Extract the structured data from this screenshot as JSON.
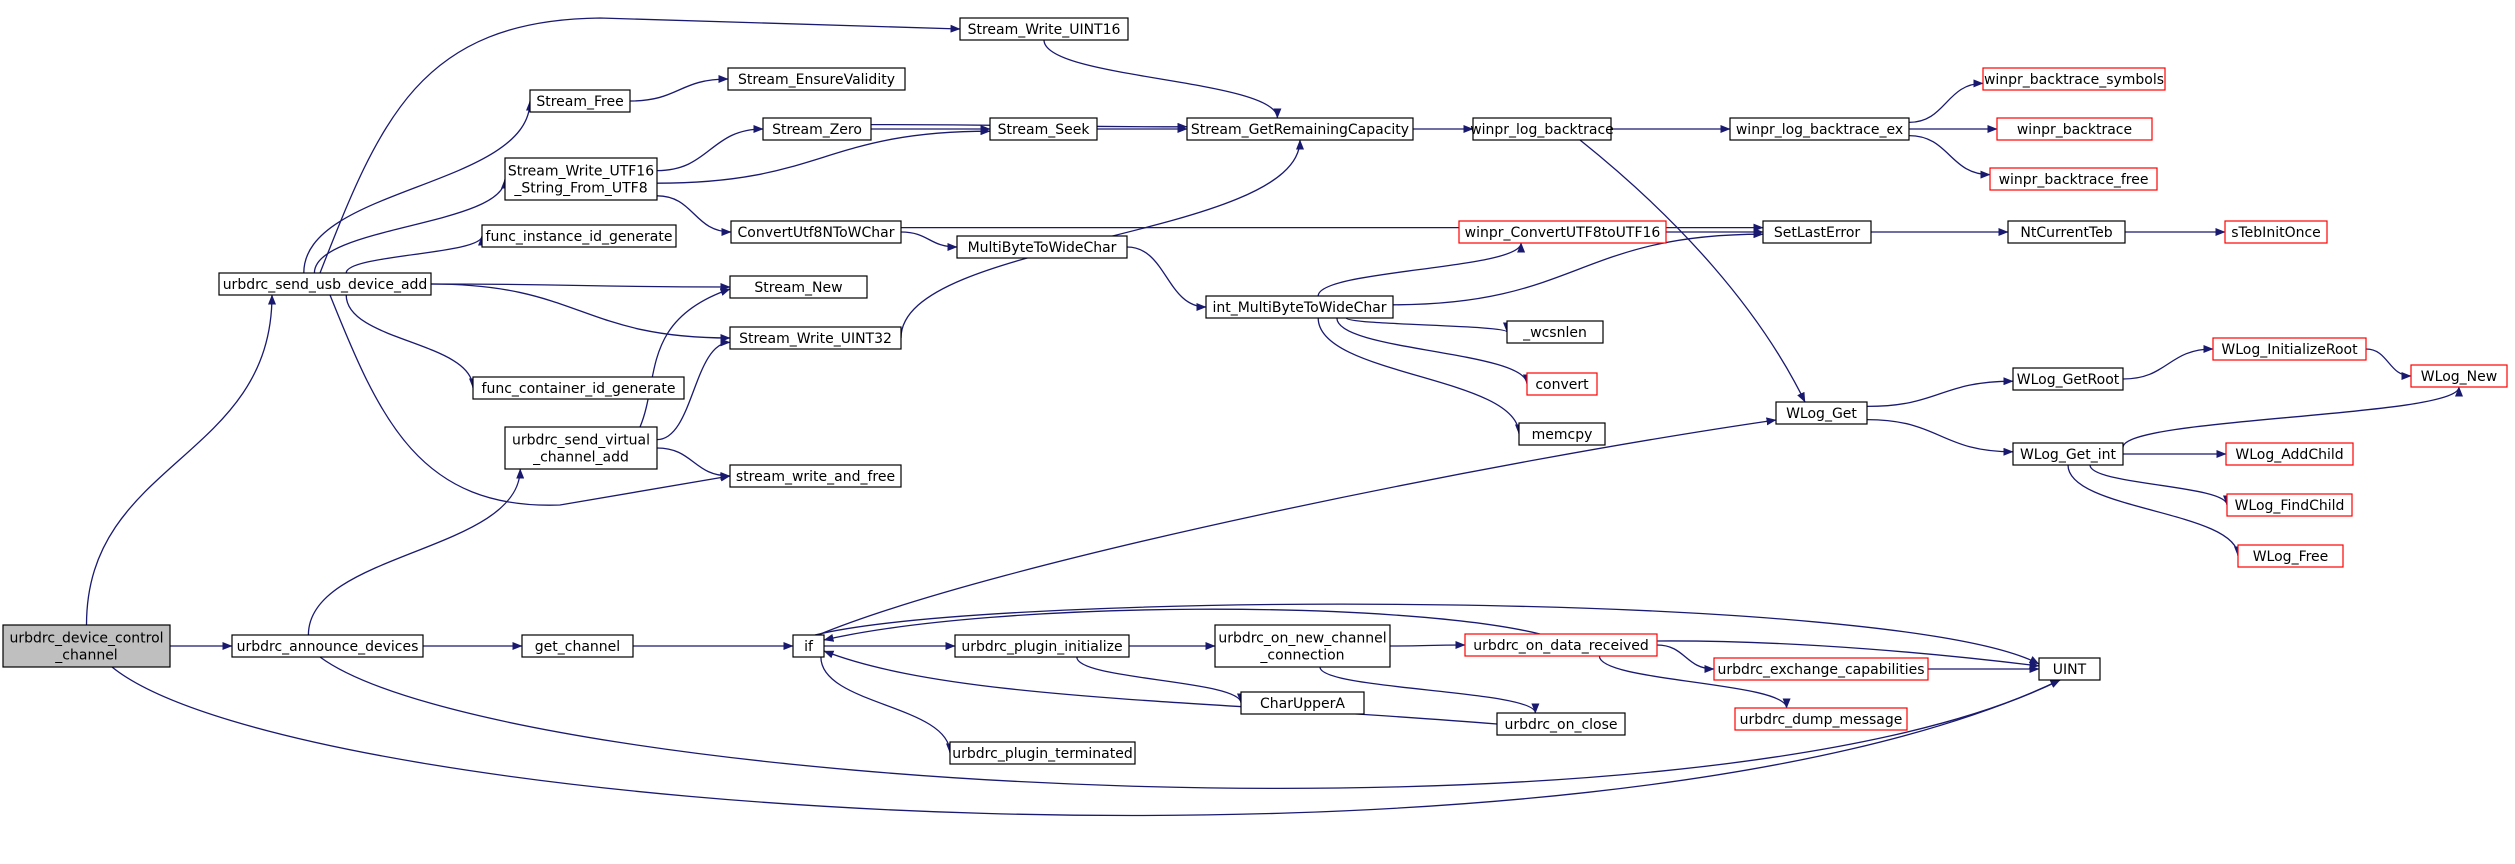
{
  "colors": {
    "edge": "#191970",
    "node_border": "#000000",
    "node_border_external": "#ff0000",
    "node_fill": "#ffffff",
    "node_fill_root": "#bfbfbf"
  },
  "nodes": {
    "root": {
      "lines": [
        "urbdrc_device_control",
        "_channel"
      ],
      "style": "root"
    },
    "send_usb": {
      "lines": [
        "urbdrc_send_usb_device_add"
      ],
      "style": "normal"
    },
    "announce": {
      "lines": [
        "urbdrc_announce_devices"
      ],
      "style": "normal"
    },
    "stream_write_uint16": {
      "lines": [
        "Stream_Write_UINT16"
      ],
      "style": "normal"
    },
    "stream_free": {
      "lines": [
        "Stream_Free"
      ],
      "style": "normal"
    },
    "ensure_validity": {
      "lines": [
        "Stream_EnsureValidity"
      ],
      "style": "normal"
    },
    "write_utf16": {
      "lines": [
        "Stream_Write_UTF16",
        "_String_From_UTF8"
      ],
      "style": "normal"
    },
    "stream_zero": {
      "lines": [
        "Stream_Zero"
      ],
      "style": "normal"
    },
    "stream_seek": {
      "lines": [
        "Stream_Seek"
      ],
      "style": "normal"
    },
    "remaining_capacity": {
      "lines": [
        "Stream_GetRemainingCapacity"
      ],
      "style": "normal"
    },
    "func_instance": {
      "lines": [
        "func_instance_id_generate"
      ],
      "style": "normal"
    },
    "convert_utf8": {
      "lines": [
        "ConvertUtf8NToWChar"
      ],
      "style": "normal"
    },
    "mb2wc": {
      "lines": [
        "MultiByteToWideChar"
      ],
      "style": "normal"
    },
    "stream_new": {
      "lines": [
        "Stream_New"
      ],
      "style": "normal"
    },
    "write_uint32": {
      "lines": [
        "Stream_Write_UINT32"
      ],
      "style": "normal"
    },
    "func_container": {
      "lines": [
        "func_container_id_generate"
      ],
      "style": "normal"
    },
    "send_virtual": {
      "lines": [
        "urbdrc_send_virtual",
        "_channel_add"
      ],
      "style": "normal"
    },
    "write_and_free": {
      "lines": [
        "stream_write_and_free"
      ],
      "style": "normal"
    },
    "get_channel": {
      "lines": [
        "get_channel"
      ],
      "style": "normal"
    },
    "if": {
      "lines": [
        "if"
      ],
      "style": "normal"
    },
    "plugin_init": {
      "lines": [
        "urbdrc_plugin_initialize"
      ],
      "style": "normal"
    },
    "plugin_term": {
      "lines": [
        "urbdrc_plugin_terminated"
      ],
      "style": "normal"
    },
    "on_new_channel": {
      "lines": [
        "urbdrc_on_new_channel",
        "_connection"
      ],
      "style": "normal"
    },
    "char_upper": {
      "lines": [
        "CharUpperA"
      ],
      "style": "normal"
    },
    "on_close": {
      "lines": [
        "urbdrc_on_close"
      ],
      "style": "normal"
    },
    "on_data": {
      "lines": [
        "urbdrc_on_data_received"
      ],
      "style": "external"
    },
    "exchange_caps": {
      "lines": [
        "urbdrc_exchange_capabilities"
      ],
      "style": "external"
    },
    "dump_message": {
      "lines": [
        "urbdrc_dump_message"
      ],
      "style": "external"
    },
    "uint": {
      "lines": [
        "UINT"
      ],
      "style": "normal"
    },
    "int_mb2wc": {
      "lines": [
        "int_MultiByteToWideChar"
      ],
      "style": "normal"
    },
    "wcsnlen": {
      "lines": [
        "_wcsnlen"
      ],
      "style": "normal"
    },
    "convert": {
      "lines": [
        "convert"
      ],
      "style": "external"
    },
    "memcpy": {
      "lines": [
        "memcpy"
      ],
      "style": "normal"
    },
    "log_backtrace": {
      "lines": [
        "winpr_log_backtrace"
      ],
      "style": "normal"
    },
    "log_backtrace_ex": {
      "lines": [
        "winpr_log_backtrace_ex"
      ],
      "style": "normal"
    },
    "bt_symbols": {
      "lines": [
        "winpr_backtrace_symbols"
      ],
      "style": "external"
    },
    "backtrace": {
      "lines": [
        "winpr_backtrace"
      ],
      "style": "external"
    },
    "bt_free": {
      "lines": [
        "winpr_backtrace_free"
      ],
      "style": "external"
    },
    "conv_utf8_utf16": {
      "lines": [
        "winpr_ConvertUTF8toUTF16"
      ],
      "style": "external"
    },
    "set_last_error": {
      "lines": [
        "SetLastError"
      ],
      "style": "normal"
    },
    "nt_current_teb": {
      "lines": [
        "NtCurrentTeb"
      ],
      "style": "normal"
    },
    "teb_init_once": {
      "lines": [
        "sTebInitOnce"
      ],
      "style": "external"
    },
    "wlog_get": {
      "lines": [
        "WLog_Get"
      ],
      "style": "normal"
    },
    "wlog_get_root": {
      "lines": [
        "WLog_GetRoot"
      ],
      "style": "normal"
    },
    "wlog_init_root": {
      "lines": [
        "WLog_InitializeRoot"
      ],
      "style": "external"
    },
    "wlog_new": {
      "lines": [
        "WLog_New"
      ],
      "style": "external"
    },
    "wlog_get_int": {
      "lines": [
        "WLog_Get_int"
      ],
      "style": "normal"
    },
    "wlog_add_child": {
      "lines": [
        "WLog_AddChild"
      ],
      "style": "external"
    },
    "wlog_find_child": {
      "lines": [
        "WLog_FindChild"
      ],
      "style": "external"
    },
    "wlog_free": {
      "lines": [
        "WLog_Free"
      ],
      "style": "external"
    }
  },
  "edges": [
    [
      "root",
      "send_usb"
    ],
    [
      "root",
      "announce"
    ],
    [
      "root",
      "uint"
    ],
    [
      "send_usb",
      "stream_write_uint16"
    ],
    [
      "send_usb",
      "stream_free"
    ],
    [
      "send_usb",
      "write_utf16"
    ],
    [
      "send_usb",
      "func_instance"
    ],
    [
      "send_usb",
      "stream_new"
    ],
    [
      "send_usb",
      "write_uint32"
    ],
    [
      "send_usb",
      "func_container"
    ],
    [
      "send_usb",
      "write_and_free"
    ],
    [
      "stream_free",
      "ensure_validity"
    ],
    [
      "write_utf16",
      "stream_zero"
    ],
    [
      "write_utf16",
      "stream_seek"
    ],
    [
      "write_utf16",
      "convert_utf8"
    ],
    [
      "stream_zero",
      "stream_seek"
    ],
    [
      "stream_zero",
      "remaining_capacity"
    ],
    [
      "stream_seek",
      "remaining_capacity"
    ],
    [
      "stream_write_uint16",
      "remaining_capacity"
    ],
    [
      "write_uint32",
      "remaining_capacity"
    ],
    [
      "remaining_capacity",
      "log_backtrace"
    ],
    [
      "log_backtrace",
      "log_backtrace_ex"
    ],
    [
      "log_backtrace",
      "wlog_get"
    ],
    [
      "log_backtrace_ex",
      "bt_symbols"
    ],
    [
      "log_backtrace_ex",
      "backtrace"
    ],
    [
      "log_backtrace_ex",
      "bt_free"
    ],
    [
      "convert_utf8",
      "mb2wc"
    ],
    [
      "convert_utf8",
      "set_last_error"
    ],
    [
      "mb2wc",
      "int_mb2wc"
    ],
    [
      "int_mb2wc",
      "conv_utf8_utf16"
    ],
    [
      "int_mb2wc",
      "set_last_error"
    ],
    [
      "int_mb2wc",
      "wcsnlen"
    ],
    [
      "int_mb2wc",
      "convert"
    ],
    [
      "int_mb2wc",
      "memcpy"
    ],
    [
      "conv_utf8_utf16",
      "set_last_error"
    ],
    [
      "set_last_error",
      "nt_current_teb"
    ],
    [
      "nt_current_teb",
      "teb_init_once"
    ],
    [
      "announce",
      "send_virtual"
    ],
    [
      "announce",
      "get_channel"
    ],
    [
      "announce",
      "uint"
    ],
    [
      "send_virtual",
      "stream_new"
    ],
    [
      "send_virtual",
      "write_uint32"
    ],
    [
      "send_virtual",
      "write_and_free"
    ],
    [
      "get_channel",
      "if"
    ],
    [
      "if",
      "plugin_init"
    ],
    [
      "if",
      "plugin_term"
    ],
    [
      "if",
      "wlog_get"
    ],
    [
      "if",
      "uint"
    ],
    [
      "plugin_init",
      "on_new_channel"
    ],
    [
      "plugin_init",
      "char_upper"
    ],
    [
      "on_new_channel",
      "on_data"
    ],
    [
      "on_new_channel",
      "on_close"
    ],
    [
      "on_data",
      "exchange_caps"
    ],
    [
      "on_data",
      "dump_message"
    ],
    [
      "on_data",
      "uint"
    ],
    [
      "on_data",
      "if"
    ],
    [
      "exchange_caps",
      "uint"
    ],
    [
      "on_close",
      "if"
    ],
    [
      "wlog_get",
      "wlog_get_root"
    ],
    [
      "wlog_get",
      "wlog_get_int"
    ],
    [
      "wlog_get_root",
      "wlog_init_root"
    ],
    [
      "wlog_init_root",
      "wlog_new"
    ],
    [
      "wlog_get_int",
      "wlog_new"
    ],
    [
      "wlog_get_int",
      "wlog_add_child"
    ],
    [
      "wlog_get_int",
      "wlog_find_child"
    ],
    [
      "wlog_get_int",
      "wlog_free"
    ]
  ]
}
